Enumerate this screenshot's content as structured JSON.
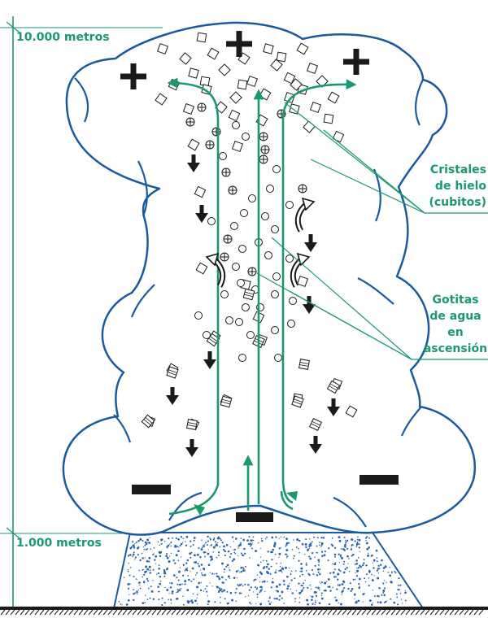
{
  "altitudes": {
    "top": "10.000 metros",
    "bottom": "1.000 metros"
  },
  "labels": {
    "ice_line1": "Cristales",
    "ice_line2": "de hielo",
    "ice_line3": "(cubitos)",
    "drops_line1": "Gotitas",
    "drops_line2": "de agua",
    "drops_line3": "en",
    "drops_line4": "ascensión"
  },
  "colors": {
    "cloud_outline": "#1a5ba0",
    "updraft_green": "#1a9a6c",
    "label_green": "#1a9a6c",
    "charge_black": "#1a1a1a",
    "rain_blue": "#2a66b0"
  },
  "icons": {
    "positive_charge": "plus-charge-icon",
    "negative_charge": "minus-charge-icon",
    "ice_crystal": "ice-cube-icon",
    "water_droplet": "droplet-icon",
    "downdraft": "down-arrow-icon"
  }
}
